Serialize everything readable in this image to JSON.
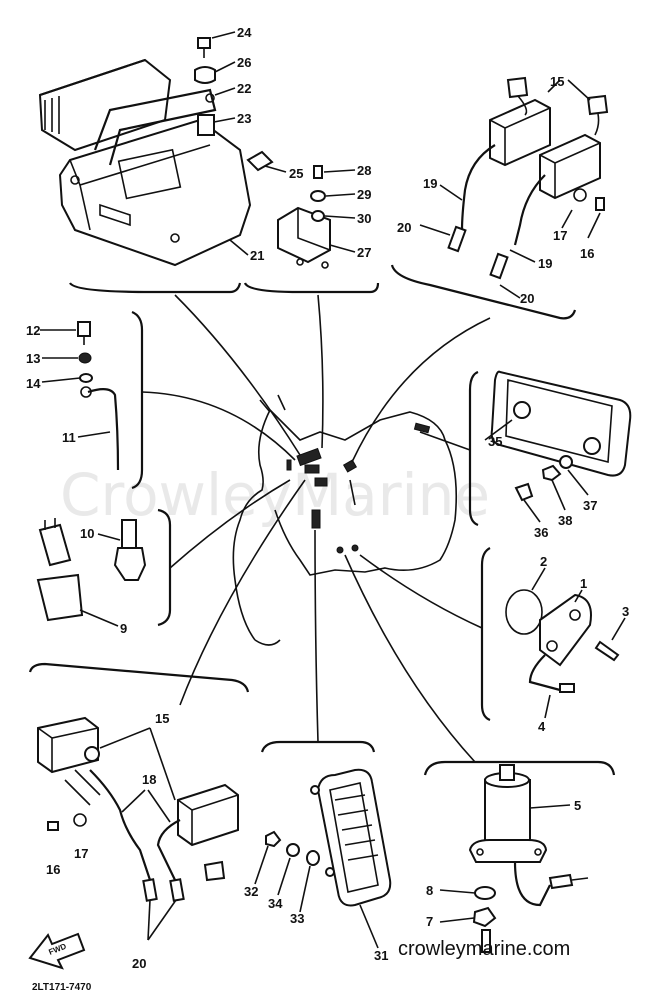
{
  "watermark": "CrowleyMarine",
  "site_url": "crowleymarine.com",
  "drawing_code": "2LT171-7470",
  "forward_arrow_label": "FWD",
  "callouts": [
    "24",
    "26",
    "22",
    "23",
    "25",
    "28",
    "29",
    "30",
    "27",
    "21",
    "15",
    "19",
    "20",
    "17",
    "16",
    "19",
    "20",
    "12",
    "13",
    "14",
    "11",
    "35",
    "37",
    "38",
    "36",
    "10",
    "9",
    "2",
    "1",
    "3",
    "4",
    "15",
    "18",
    "16",
    "17",
    "20",
    "32",
    "34",
    "33",
    "31",
    "5",
    "8",
    "7"
  ]
}
